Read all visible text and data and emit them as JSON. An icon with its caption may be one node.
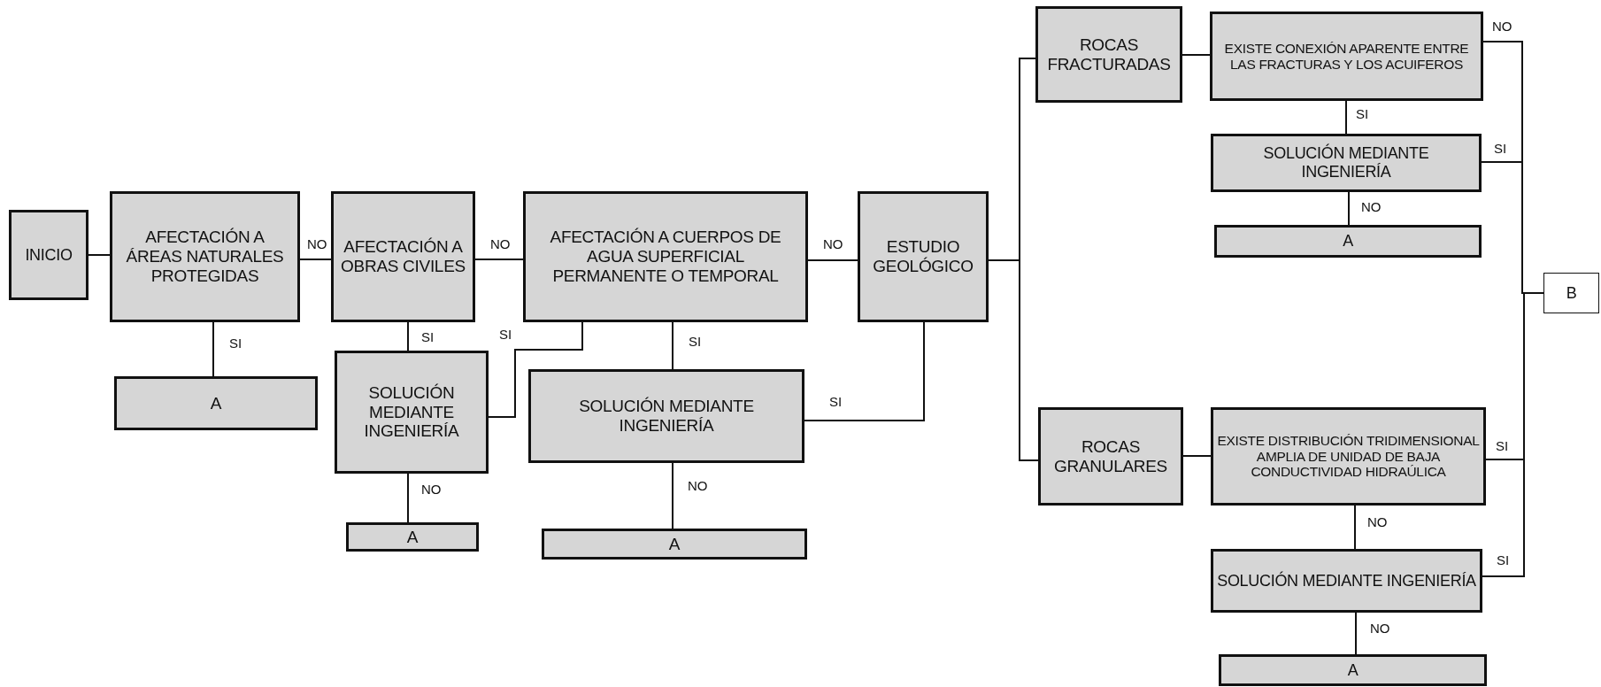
{
  "diagram": {
    "nodes": [
      {
        "text": [
          "INICIO"
        ]
      },
      {
        "text": [
          "AFECTACIÓN A ÁREAS NATURALES PROTEGIDAS"
        ]
      },
      {
        "text": [
          "A"
        ]
      },
      {
        "text": [
          "AFECTACIÓN A OBRAS CIVILES"
        ]
      },
      {
        "text": [
          "SOLUCIÓN MEDIANTE INGENIERÍA"
        ]
      },
      {
        "text": [
          "A"
        ]
      },
      {
        "text": [
          "AFECTACIÓN A CUERPOS DE AGUA SUPERFICIAL PERMANENTE O TEMPORAL"
        ]
      },
      {
        "text": [
          "SOLUCIÓN MEDIANTE INGENIERÍA"
        ]
      },
      {
        "text": [
          "A"
        ]
      },
      {
        "text": [
          "ESTUDIO GEOLÓGICO"
        ]
      },
      {
        "text": [
          "ROCAS FRACTURADAS"
        ]
      },
      {
        "text": [
          "EXISTE CONEXIÓN APARENTE ENTRE LAS FRACTURAS Y LOS ACUIFEROS"
        ]
      },
      {
        "text": [
          "SOLUCIÓN MEDIANTE INGENIERÍA"
        ]
      },
      {
        "text": [
          "A"
        ]
      },
      {
        "text": [
          "B"
        ]
      },
      {
        "text": [
          "ROCAS GRANULARES"
        ]
      },
      {
        "text": [
          "EXISTE DISTRIBUCIÓN TRIDIMENSIONAL AMPLIA DE UNIDAD DE BAJA CONDUCTIVIDAD HIDRAÚLICA"
        ]
      },
      {
        "text": [
          "SOLUCIÓN MEDIANTE INGENIERÍA"
        ]
      },
      {
        "text": [
          "A"
        ]
      }
    ],
    "edges": [
      {
        "from": 0,
        "to": 1,
        "arrow": "none"
      },
      {
        "from": 1,
        "to": 3,
        "arrow": "none",
        "label": "NO"
      },
      {
        "from": 1,
        "to": 2,
        "arrow": "none",
        "label": "SI"
      },
      {
        "from": 3,
        "to": 4,
        "arrow": "none",
        "label": "SI"
      },
      {
        "from": 3,
        "to": 6,
        "arrow": "none",
        "label": "NO"
      },
      {
        "from": 4,
        "to": 6,
        "arrow": "none",
        "label": "SI"
      },
      {
        "from": 6,
        "to": 7,
        "arrow": "none",
        "label": "SI"
      },
      {
        "from": 7,
        "to": 8,
        "arrow": "none",
        "label": "NO"
      },
      {
        "from": 6,
        "to": 9,
        "arrow": "none",
        "label": "NO"
      },
      {
        "from": 9,
        "to": 7,
        "arrow": "none",
        "label": "SI"
      },
      {
        "from": 9,
        "to": 10,
        "arrow": "none"
      },
      {
        "from": 9,
        "to": 15,
        "arrow": "none"
      },
      {
        "from": 10,
        "to": 11,
        "arrow": "none"
      },
      {
        "from": 11,
        "to": 12,
        "arrow": "none",
        "label": "SI"
      },
      {
        "from": 12,
        "to": 13,
        "arrow": "none",
        "label": "NO"
      },
      {
        "from": 11,
        "to": 14,
        "arrow": "none",
        "label": "NO"
      },
      {
        "from": 12,
        "to": 14,
        "arrow": "none",
        "label": "SI"
      },
      {
        "from": 15,
        "to": 16,
        "arrow": "none"
      },
      {
        "from": 16,
        "to": 14,
        "arrow": "none",
        "label": "SI"
      },
      {
        "from": 17,
        "to": 14,
        "arrow": "none",
        "label": "SI"
      },
      {
        "from": 16,
        "to": 17,
        "arrow": "none",
        "label": "NO"
      },
      {
        "from": 17,
        "to": 18,
        "arrow": "none",
        "label": "NO"
      },
      {
        "from": 4,
        "to": 5,
        "arrow": "none",
        "label": "NO"
      }
    ]
  }
}
